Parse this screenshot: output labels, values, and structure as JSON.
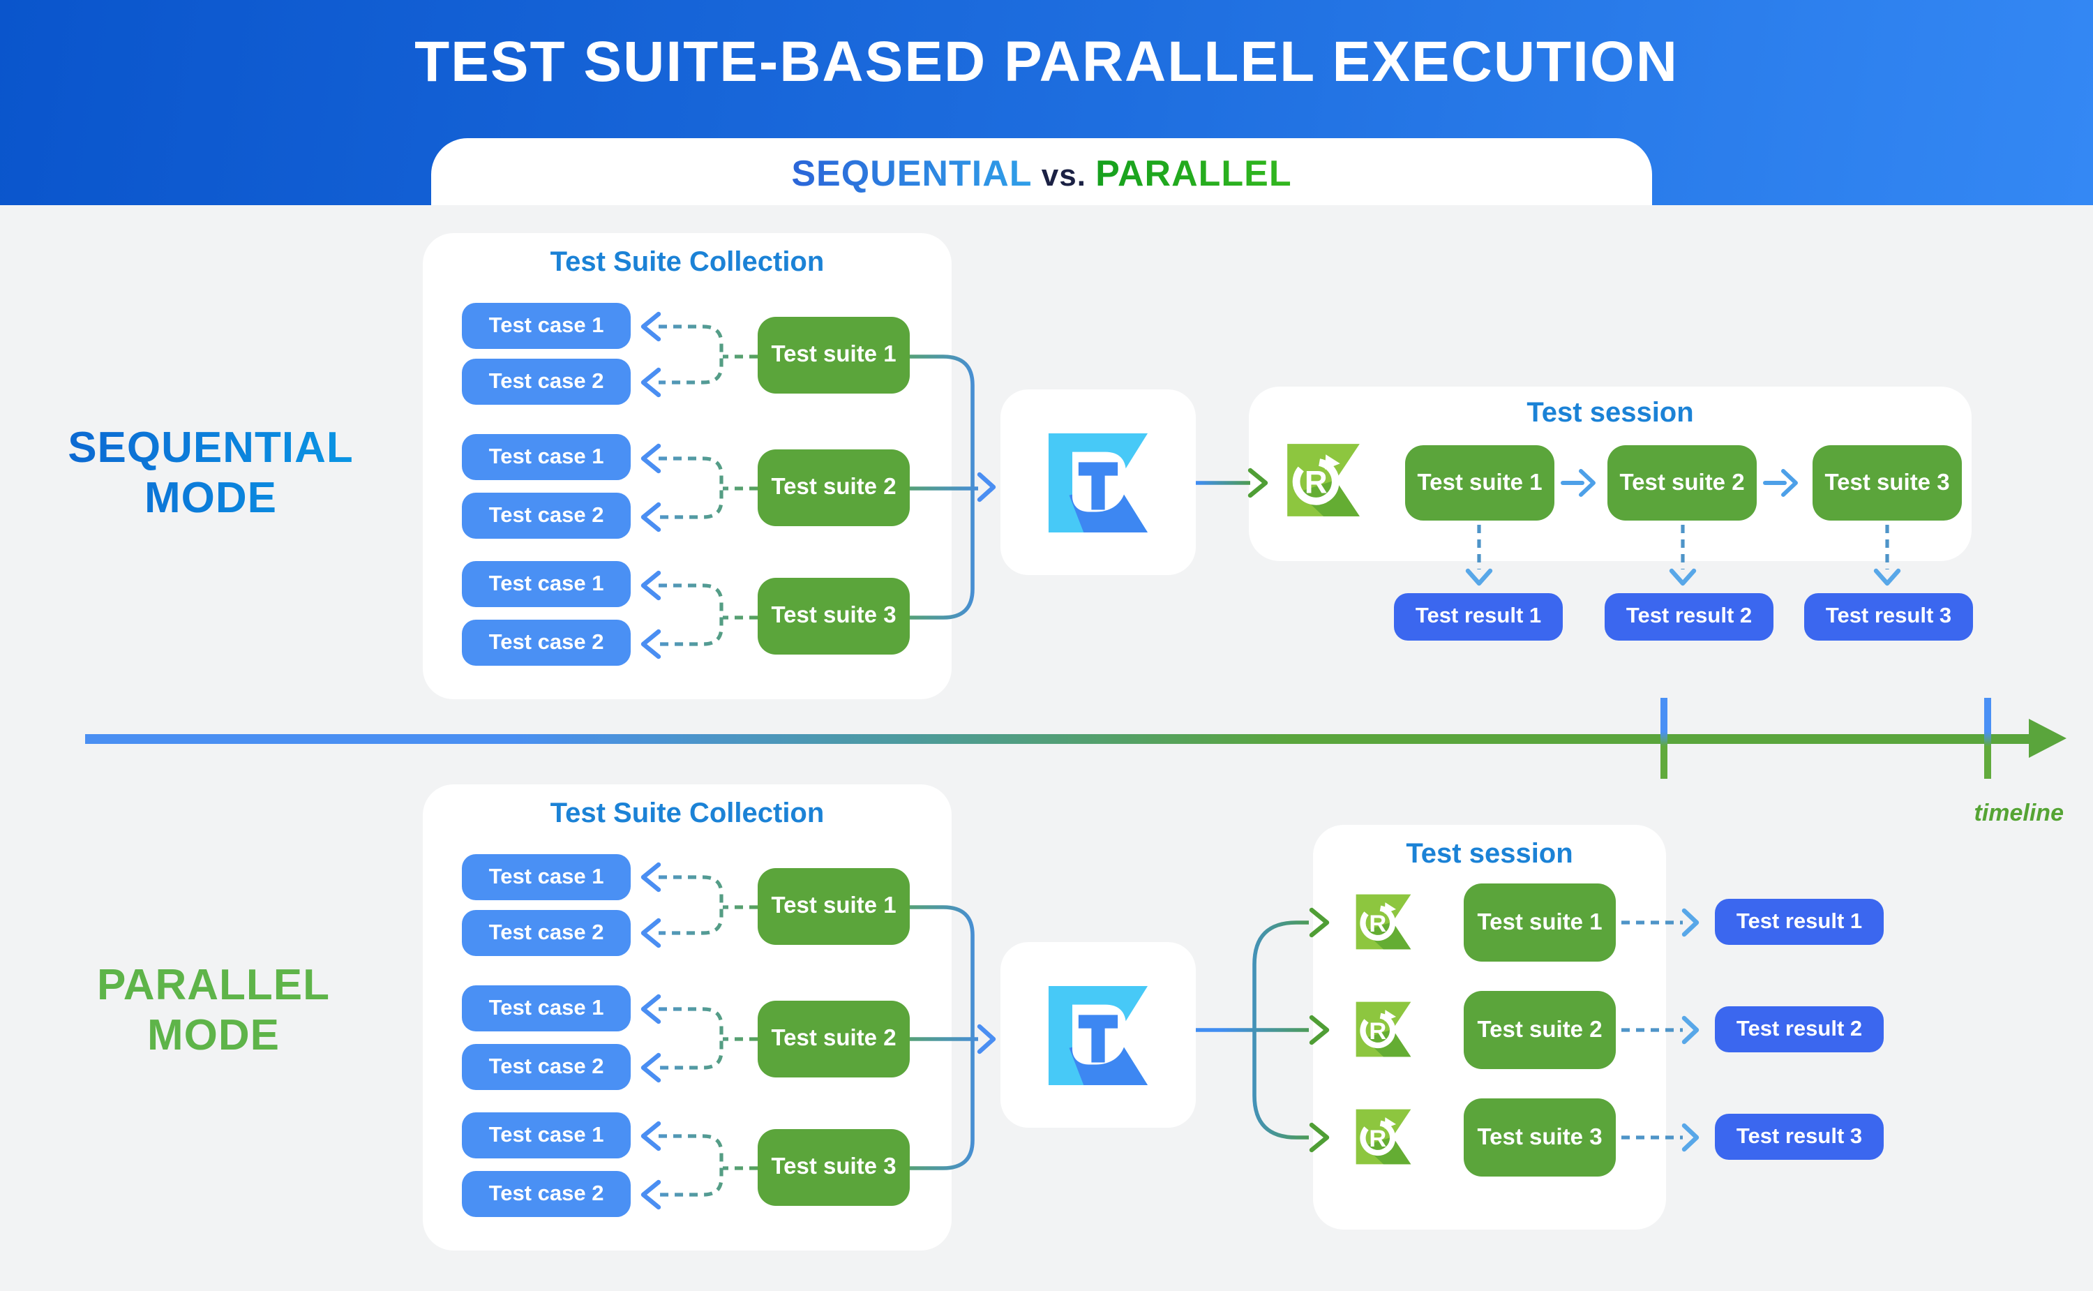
{
  "header": {
    "title": "TEST SUITE-BASED PARALLEL EXECUTION",
    "subtitle": {
      "sequential": "SEQUENTIAL",
      "vs": " vs. ",
      "parallel": "PARALLEL"
    }
  },
  "mode_labels": {
    "sequential": {
      "line1": "SEQUENTIAL",
      "line2": "MODE"
    },
    "parallel": {
      "line1": "PARALLEL",
      "line2": "MODE"
    }
  },
  "collection": {
    "title": "Test Suite Collection",
    "cases": [
      "Test case 1",
      "Test case 2"
    ],
    "suites": [
      "Test suite 1",
      "Test suite 2",
      "Test suite 3"
    ]
  },
  "session": {
    "title": "Test session",
    "suites": [
      "Test suite 1",
      "Test suite 2",
      "Test suite 3"
    ],
    "results": [
      "Test result 1",
      "Test result 2",
      "Test result 3"
    ]
  },
  "timeline": {
    "label": "timeline",
    "tick_count": 2
  },
  "icons": {
    "app": "test-studio-app-icon",
    "agent": "agent-runner-icon"
  },
  "colors": {
    "header_gradient_start": "#0a55cc",
    "header_gradient_end": "#3488f4",
    "background": "#f2f3f4",
    "case_blue": "#4a90f4",
    "suite_green": "#5ba53b",
    "result_blue": "#3b67ef",
    "card_title_blue": "#1b82d6",
    "sequential_label_blue": "#0d63cf",
    "parallel_label_green": "#5eb449",
    "vs_navy": "#1b2144",
    "timeline_blue": "#4a8ff2",
    "timeline_green": "#5aa53c",
    "dashed_green": "#57a259",
    "dashed_blue": "#4e94c8",
    "chevron_blue": "#4a8ef2",
    "chevron_green": "#4f9e35"
  }
}
